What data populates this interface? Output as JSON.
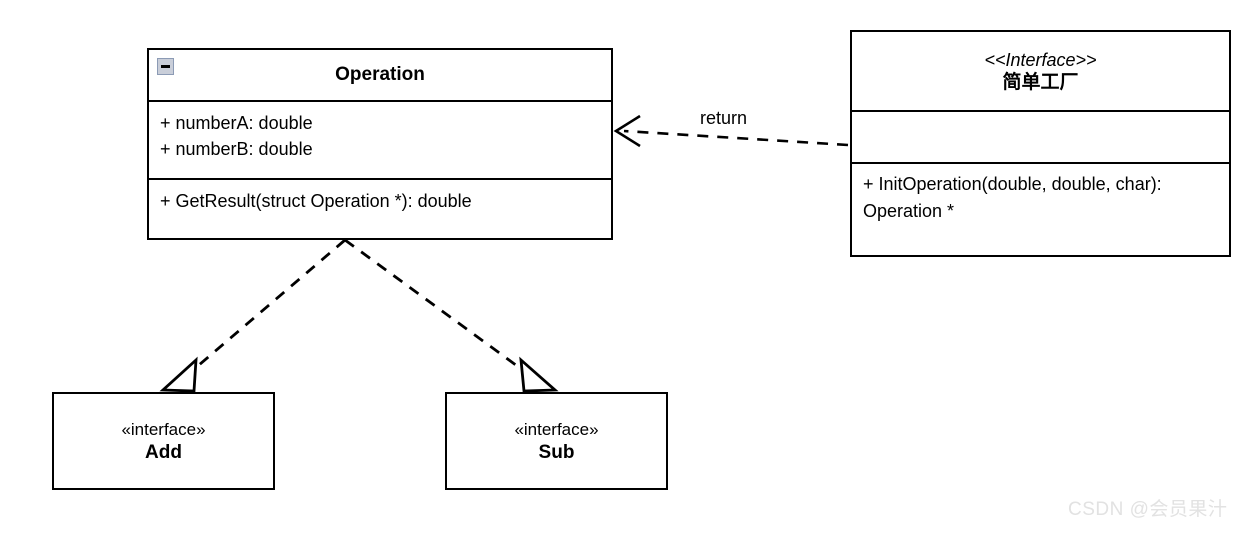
{
  "diagram": {
    "kind": "uml-class-diagram",
    "background": "#ffffff",
    "line_color": "#000000"
  },
  "classes": {
    "operation": {
      "name": "Operation",
      "attributes": [
        "+ numberA: double",
        "+ numberB: double"
      ],
      "methods": [
        "+ GetResult(struct Operation *): double"
      ],
      "collapse_icon": "minus-icon"
    },
    "simple_factory": {
      "stereotype": "<<Interface>>",
      "name": "简单工厂",
      "attributes": [],
      "methods": [
        "+ InitOperation(double, double, char): Operation *"
      ]
    },
    "add": {
      "stereotype": "«interface»",
      "name": "Add"
    },
    "sub": {
      "stereotype": "«interface»",
      "name": "Sub"
    }
  },
  "edges": [
    {
      "id": "return-dependency",
      "label": "return",
      "from": "simple_factory",
      "to": "operation",
      "style": "dashed",
      "arrow": "open"
    },
    {
      "id": "add-realization",
      "label": "",
      "from": "operation",
      "to": "add",
      "style": "dashed",
      "arrow": "hollow-triangle"
    },
    {
      "id": "sub-realization",
      "label": "",
      "from": "operation",
      "to": "sub",
      "style": "dashed",
      "arrow": "hollow-triangle"
    }
  ],
  "watermark": {
    "text": "CSDN @会员果汁"
  }
}
